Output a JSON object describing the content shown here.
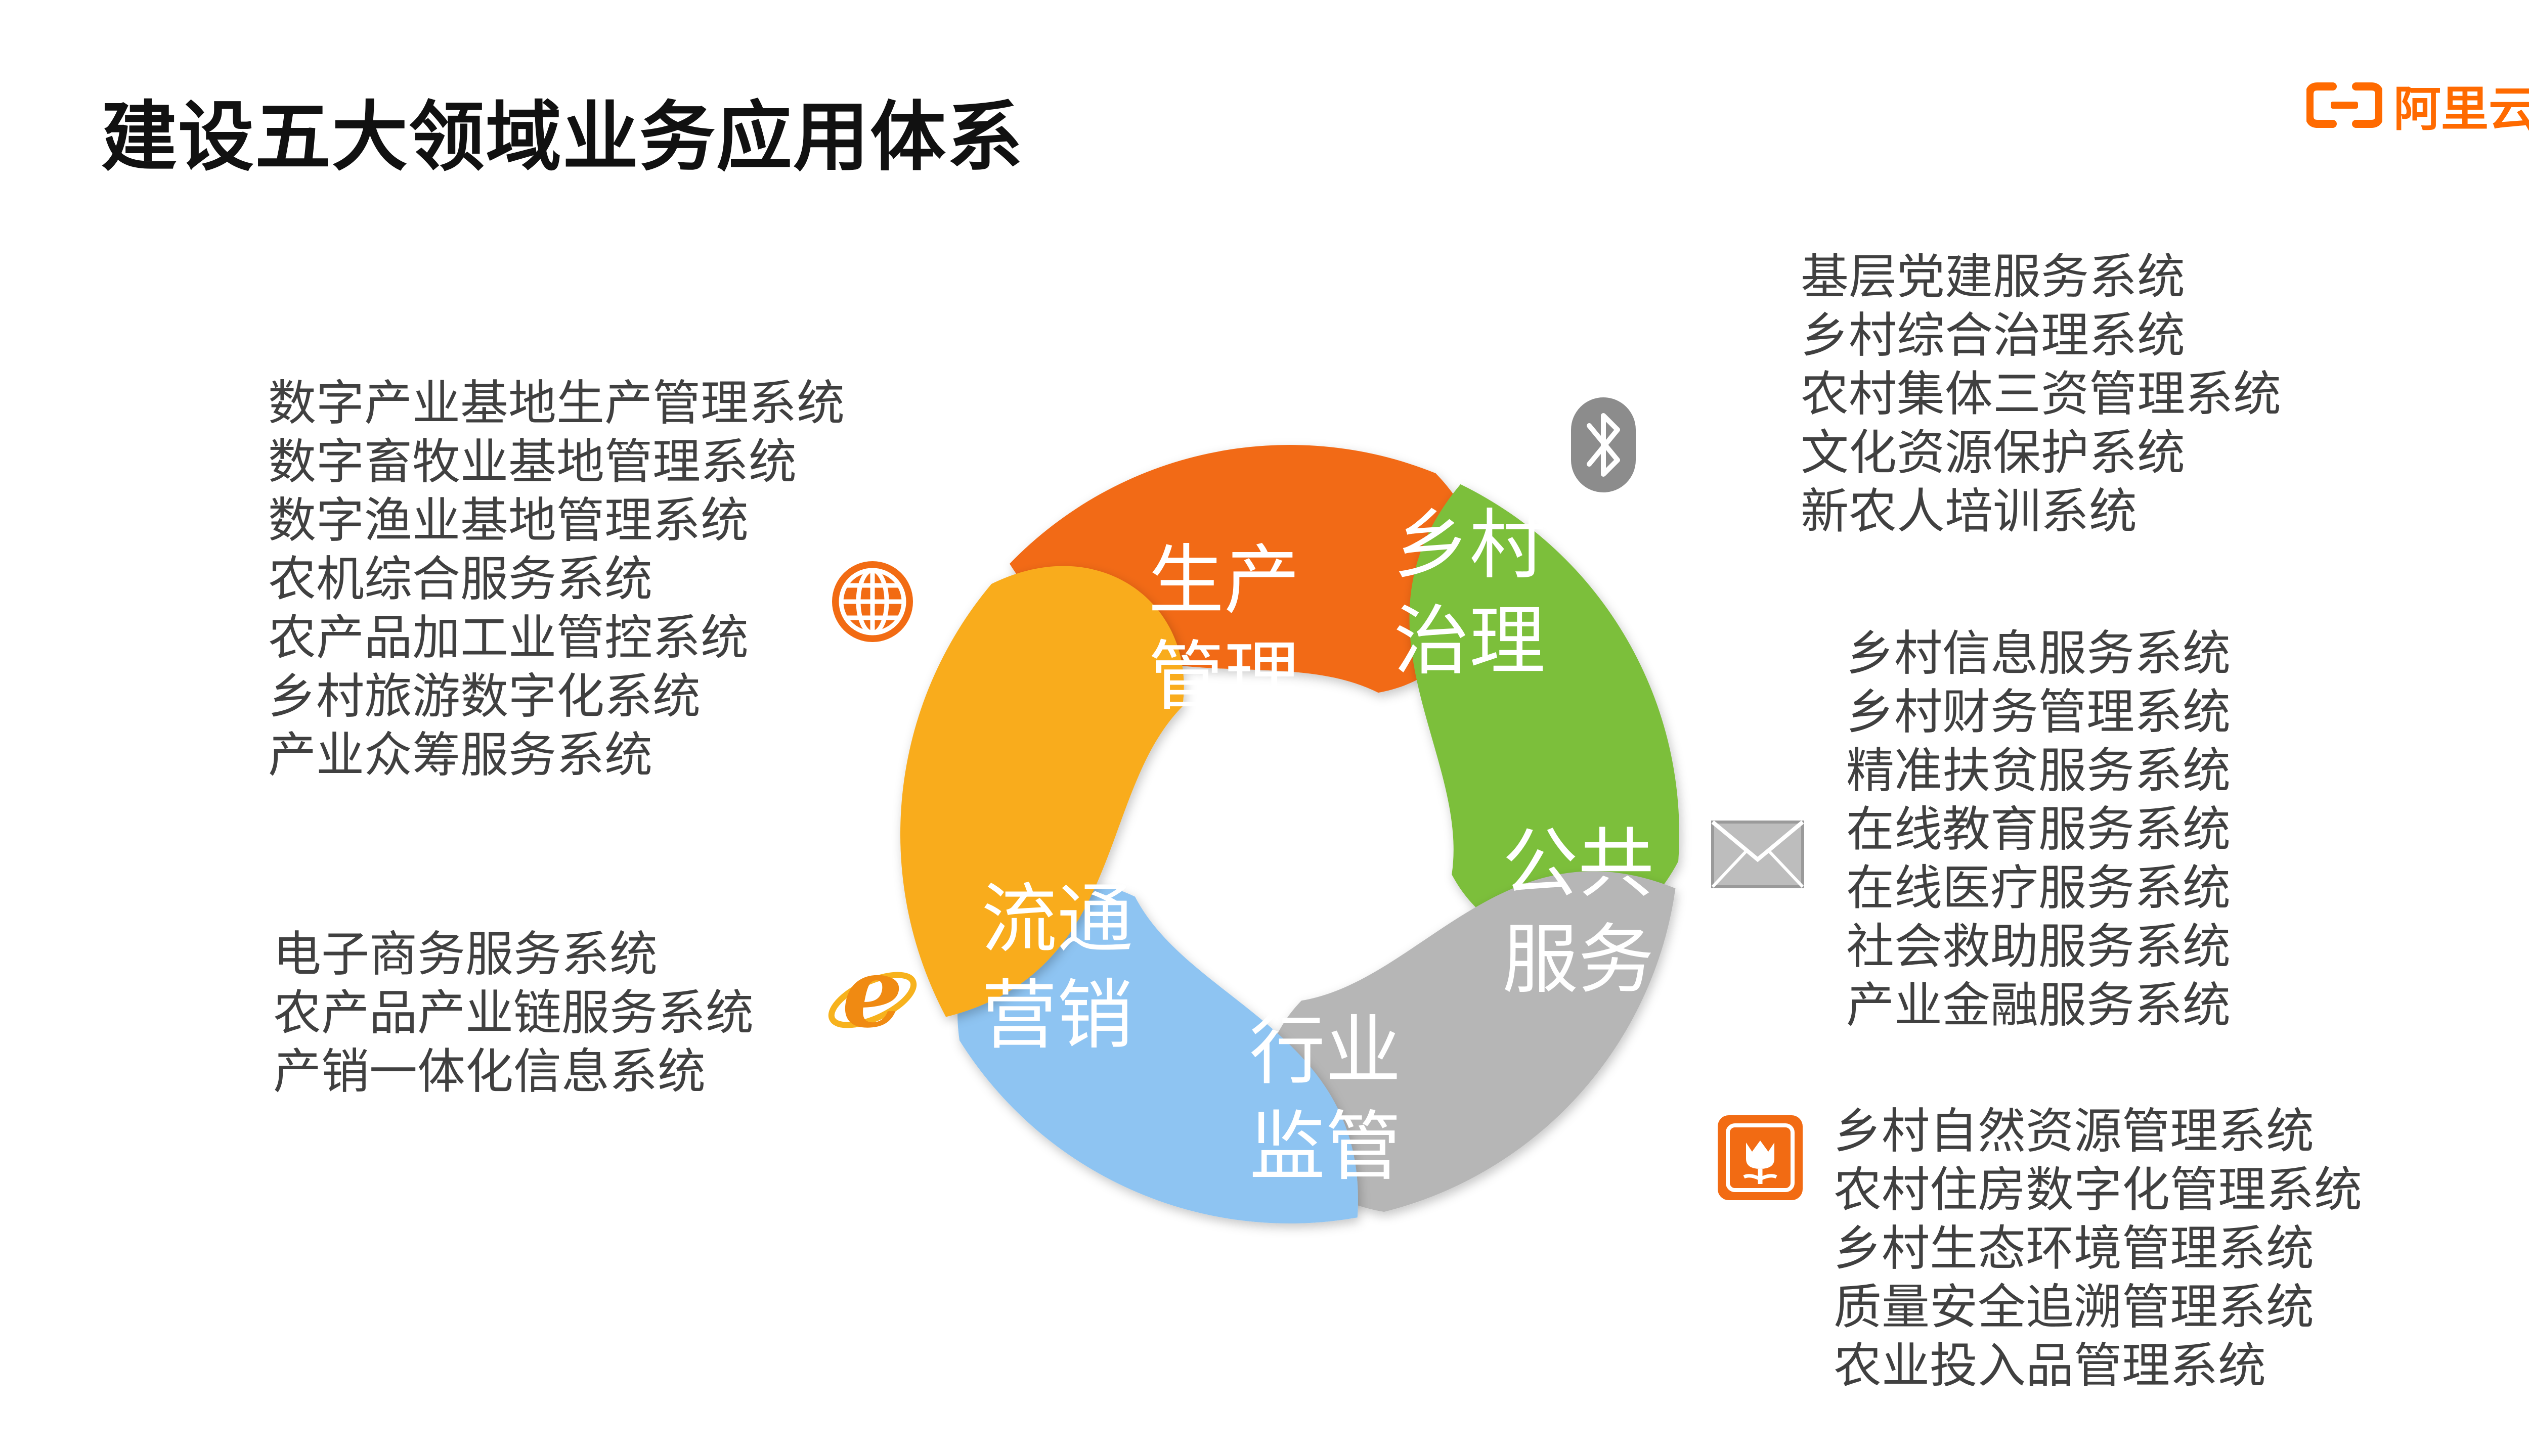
{
  "title": "建设五大领域业务应用体系",
  "logo": {
    "text": "阿里云",
    "color": "#ff6a00"
  },
  "segments": [
    {
      "line1": "生产",
      "line2": "管理",
      "color": "#f26b13",
      "icon": "globe-icon",
      "systems": [
        "数字产业基地生产管理系统",
        "数字畜牧业基地管理系统",
        "数字渔业基地管理系统",
        "农机综合服务系统",
        "农产品加工业管控系统",
        "乡村旅游数字化系统",
        "产业众筹服务系统"
      ]
    },
    {
      "line1": "乡村",
      "line2": "治理",
      "color": "#7cbf3a",
      "icon": "bluetooth-icon",
      "systems": [
        "基层党建服务系统",
        "乡村综合治理系统",
        "农村集体三资管理系统",
        "文化资源保护系统",
        "新农人培训系统"
      ]
    },
    {
      "line1": "公共",
      "line2": "服务",
      "color": "#b6b6b6",
      "icon": "envelope-icon",
      "systems": [
        "乡村信息服务系统",
        "乡村财务管理系统",
        "精准扶贫服务系统",
        "在线教育服务系统",
        "在线医疗服务系统",
        "社会救助服务系统",
        "产业金融服务系统"
      ]
    },
    {
      "line1": "行业",
      "line2": "监管",
      "color": "#8ec4f2",
      "icon": "flower-icon",
      "systems": [
        "乡村自然资源管理系统",
        "农村住房数字化管理系统",
        "乡村生态环境管理系统",
        "质量安全追溯管理系统",
        "农业投入品管理系统"
      ]
    },
    {
      "line1": "流通",
      "line2": "营销",
      "color": "#f9ac1f",
      "icon": "ie-browser-icon",
      "systems": [
        "电子商务服务系统",
        "农产品产业链服务系统",
        "产销一体化信息系统"
      ]
    }
  ]
}
